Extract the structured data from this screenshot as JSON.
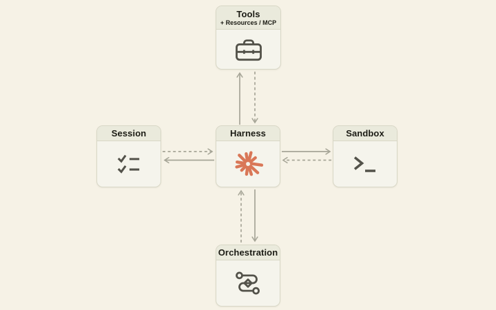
{
  "nodes": {
    "tools": {
      "title": "Tools",
      "subtitle": "+ Resources / MCP",
      "icon": "toolbox-icon"
    },
    "session": {
      "title": "Session",
      "icon": "checklist-icon"
    },
    "harness": {
      "title": "Harness",
      "icon": "starburst-icon"
    },
    "sandbox": {
      "title": "Sandbox",
      "icon": "terminal-icon"
    },
    "orchestration": {
      "title": "Orchestration",
      "icon": "route-icon"
    }
  },
  "edges": [
    {
      "from": "harness",
      "to": "tools",
      "style": "solid"
    },
    {
      "from": "tools",
      "to": "harness",
      "style": "dashed"
    },
    {
      "from": "session",
      "to": "harness",
      "style": "dashed"
    },
    {
      "from": "harness",
      "to": "session",
      "style": "solid"
    },
    {
      "from": "harness",
      "to": "sandbox",
      "style": "solid"
    },
    {
      "from": "sandbox",
      "to": "harness",
      "style": "dashed"
    },
    {
      "from": "orchestration",
      "to": "harness",
      "style": "dashed"
    },
    {
      "from": "harness",
      "to": "orchestration",
      "style": "solid"
    }
  ],
  "colors": {
    "background": "#f6f2e6",
    "node_body": "#f5f4ec",
    "node_header": "#eaeadc",
    "border": "#d8d7c6",
    "text": "#1b1b14",
    "icon_stroke": "#53524a",
    "arrow": "#a6a597",
    "accent": "#d97757"
  }
}
